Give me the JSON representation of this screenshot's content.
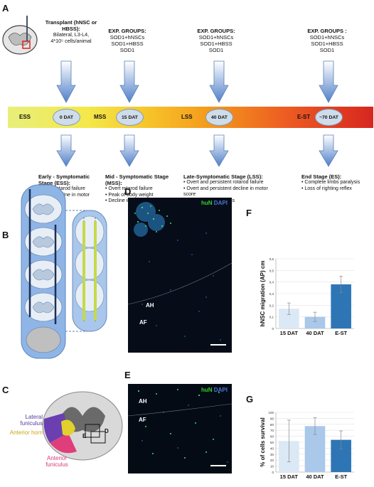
{
  "panels": {
    "A": "A",
    "B": "B",
    "C": "C",
    "D": "D",
    "E": "E",
    "F": "F",
    "G": "G"
  },
  "timeline": {
    "transplant": {
      "title": "Transplant (hNSC or HBSS):",
      "detail1": "Bilateral, L3-L4,",
      "detail2": "4*10⁵ cells/animal"
    },
    "groups": [
      {
        "title": "EXP. GROUPS:",
        "lines": [
          "SOD1+hNSCs",
          "SOD1+HBSS",
          "SOD1"
        ]
      },
      {
        "title": "EXP. GROUPS:",
        "lines": [
          "SOD1+hNSCs",
          "SOD1+HBSS",
          "SOD1"
        ]
      },
      {
        "title": "EXP. GROUPS :",
        "lines": [
          "SOD1+hNSCs",
          "SOD1+HBSS",
          "SOD1"
        ]
      }
    ],
    "zones": [
      "ESS",
      "MSS",
      "LSS",
      "E-ST"
    ],
    "points": [
      "0 DAT",
      "15 DAT",
      "40 DAT",
      "~70 DAT"
    ],
    "stages": [
      {
        "title": "Early - Symptomatic Stage (ESS):",
        "bullets": [
          "• Initial rotarod failure",
          "• Initial decline in motor score"
        ]
      },
      {
        "title": "Mid - Symptomatic Stage (MSS):",
        "bullets": [
          "• Overt rotarod failure",
          "• Peak of body weight",
          "• Decline in motor score"
        ]
      },
      {
        "title": "Late-Symptomatic Stage (LSS):",
        "bullets": [
          "• Overt and persistent rotarod failure",
          "• Overt and persistent decline in motor score",
          "• Persistent weight loss"
        ]
      },
      {
        "title": "End Stage (ES):",
        "bullets": [
          "• Complete limbs paralysis",
          "• Loss of righting reflex"
        ]
      }
    ]
  },
  "anatomy": {
    "lateral": "Lateral funiculus",
    "anterior_horn": "Anterior horn",
    "anterior_funiculus": "Anterior funiculus",
    "E": "E",
    "D": "D"
  },
  "micro_D": {
    "label_huN": "huN",
    "label_DAPI": "DAPI",
    "AH": "AH",
    "AF": "AF"
  },
  "micro_E": {
    "label_huN": "huN",
    "label_DAPI": "DAPI",
    "AH": "AH",
    "AF": "AF"
  },
  "colors": {
    "bar_dark": "#2e75b6",
    "bar_light": "#dbe8f5",
    "bar_mid": "#a9c8ea",
    "huN": "#34d12f",
    "DAPI": "#4a78d6"
  },
  "chart_data": [
    {
      "type": "bar",
      "ylabel": "hNSC migration (AP) cm",
      "categories": [
        "15 DAT",
        "40 DAT",
        "E-ST"
      ],
      "values": [
        0.17,
        0.1,
        0.38
      ],
      "errors": [
        0.05,
        0.04,
        0.07
      ],
      "ylim": [
        0,
        0.6
      ],
      "yticks": [
        "0",
        "0,1",
        "0,2",
        "0,3",
        "0,4",
        "0,5",
        "0,6"
      ]
    },
    {
      "type": "bar",
      "ylabel": "% of cells survival",
      "categories": [
        "15 DAT",
        "40 DAT",
        "E-ST"
      ],
      "values": [
        52,
        77,
        54
      ],
      "errors": [
        35,
        14,
        15
      ],
      "ylim": [
        0,
        100
      ],
      "yticks": [
        "0",
        "10",
        "20",
        "30",
        "40",
        "50",
        "60",
        "70",
        "80",
        "90",
        "100"
      ]
    }
  ]
}
